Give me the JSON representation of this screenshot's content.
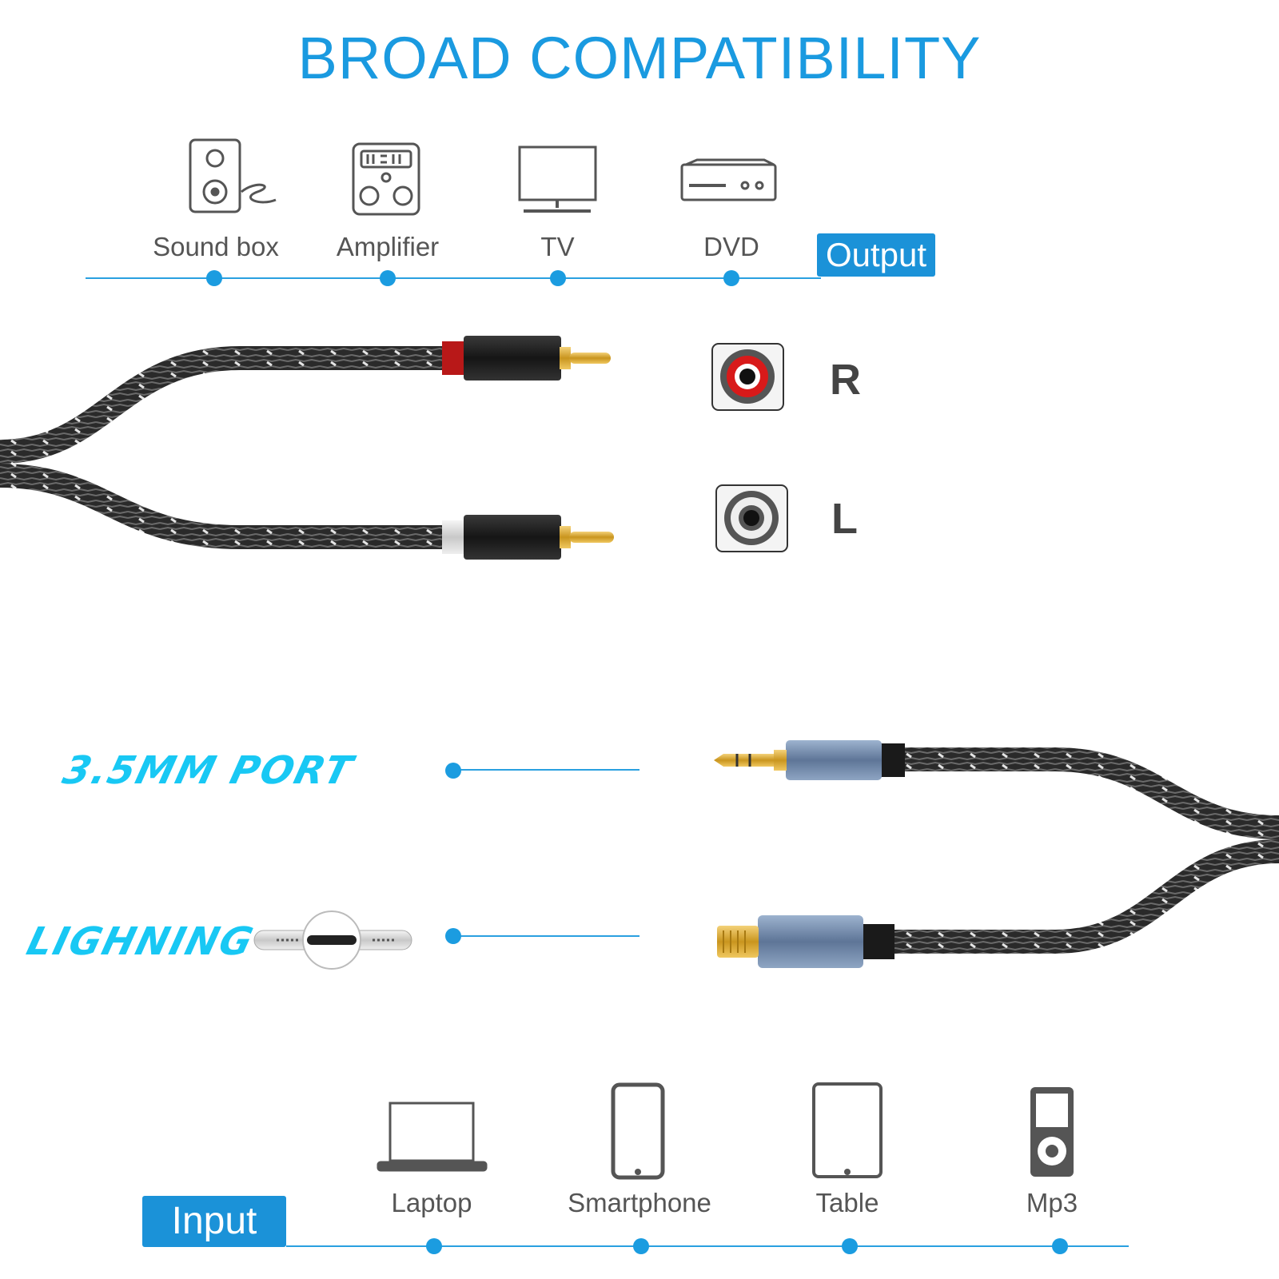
{
  "title": "BROAD COMPATIBILITY",
  "output": {
    "tag": "Output",
    "devices": [
      {
        "label": "Sound box",
        "icon": "speaker-icon"
      },
      {
        "label": "Amplifier",
        "icon": "amplifier-icon"
      },
      {
        "label": "TV",
        "icon": "tv-icon"
      },
      {
        "label": "DVD",
        "icon": "dvd-player-icon"
      }
    ]
  },
  "channels": {
    "right": "R",
    "left": "L"
  },
  "ports": {
    "aux": "3.5MM PORT",
    "lightning": "LIGHNING"
  },
  "input": {
    "tag": "Input",
    "devices": [
      {
        "label": "Laptop",
        "icon": "laptop-icon"
      },
      {
        "label": "Smartphone",
        "icon": "smartphone-icon"
      },
      {
        "label": "Table",
        "icon": "tablet-icon"
      },
      {
        "label": "Mp3",
        "icon": "mp3-player-icon"
      }
    ]
  },
  "colors": {
    "accent": "#1b92d8",
    "port_text": "#18c8f4",
    "cable": "#2b2b2b",
    "right_channel": "#d11f1f",
    "left_channel": "#f2f2f2",
    "gold": "#d4a020"
  }
}
